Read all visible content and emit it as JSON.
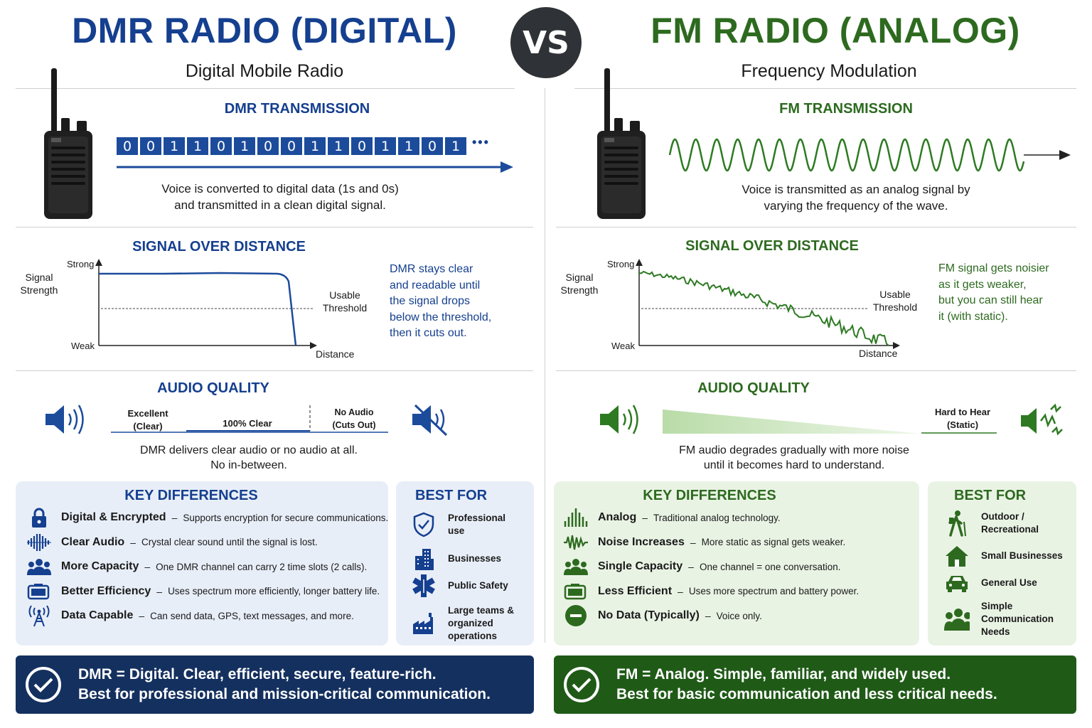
{
  "vs": "VS",
  "dmr": {
    "title": "DMR RADIO (DIGITAL)",
    "subtitle": "Digital Mobile Radio",
    "transmission": {
      "title": "DMR TRANSMISSION",
      "bits": [
        "0",
        "0",
        "1",
        "1",
        "0",
        "1",
        "0",
        "0",
        "1",
        "1",
        "0",
        "1",
        "1",
        "0",
        "1"
      ],
      "ellipsis": "•••",
      "caption_line1": "Voice is converted to digital data (1s and 0s)",
      "caption_line2": "and transmitted in a clean digital signal."
    },
    "distance": {
      "title": "SIGNAL OVER DISTANCE",
      "y_axis_line1": "Signal",
      "y_axis_line2": "Strength",
      "strong": "Strong",
      "weak": "Weak",
      "x_axis": "Distance",
      "threshold_line1": "Usable",
      "threshold_line2": "Threshold",
      "note": [
        "DMR stays clear",
        "and readable until",
        "the signal drops",
        "below the threshold,",
        "then it cuts out."
      ]
    },
    "audio": {
      "title": "AUDIO QUALITY",
      "excellent_line1": "Excellent",
      "excellent_line2": "(Clear)",
      "clear": "100% Clear",
      "no_audio_line1": "No Audio",
      "no_audio_line2": "(Cuts Out)",
      "caption_line1": "DMR delivers clear audio or no audio at all.",
      "caption_line2": "No in-between."
    },
    "key_differences": {
      "title": "KEY DIFFERENCES",
      "items": [
        {
          "icon": "lock-icon",
          "label": "Digital & Encrypted",
          "desc": "Supports encryption for secure communications."
        },
        {
          "icon": "waveform-icon",
          "label": "Clear Audio",
          "desc": "Crystal clear sound until the signal is lost."
        },
        {
          "icon": "people-icon",
          "label": "More Capacity",
          "desc": "One DMR channel can carry 2 time slots (2 calls)."
        },
        {
          "icon": "battery-icon",
          "label": "Better Efficiency",
          "desc": "Uses spectrum more efficiently, longer battery life."
        },
        {
          "icon": "antenna-icon",
          "label": "Data Capable",
          "desc": "Can send data, GPS, text messages, and more."
        }
      ]
    },
    "best_for": {
      "title": "BEST FOR",
      "items": [
        {
          "icon": "shield-icon",
          "label": "Professional\nuse"
        },
        {
          "icon": "building-icon",
          "label": "Businesses"
        },
        {
          "icon": "star-of-life-icon",
          "label": "Public Safety"
        },
        {
          "icon": "factory-icon",
          "label": "Large teams &\norganized\noperations"
        }
      ]
    },
    "banner_line1": "DMR = Digital. Clear, efficient, secure, feature-rich.",
    "banner_line2": "Best for professional and mission-critical communication."
  },
  "fm": {
    "title": "FM RADIO (ANALOG)",
    "subtitle": "Frequency Modulation",
    "transmission": {
      "title": "FM TRANSMISSION",
      "caption_line1": "Voice is transmitted as an analog signal by",
      "caption_line2": "varying the frequency of the wave."
    },
    "distance": {
      "title": "SIGNAL OVER DISTANCE",
      "y_axis_line1": "Signal",
      "y_axis_line2": "Strength",
      "strong": "Strong",
      "weak": "Weak",
      "x_axis": "Distance",
      "threshold_line1": "Usable",
      "threshold_line2": "Threshold",
      "note": [
        "FM signal gets noisier",
        "as it gets weaker,",
        "but you can still hear",
        "it (with static)."
      ]
    },
    "audio": {
      "title": "AUDIO QUALITY",
      "hard_line1": "Hard to Hear",
      "hard_line2": "(Static)",
      "caption_line1": "FM audio degrades gradually with more noise",
      "caption_line2": "until it becomes hard to understand."
    },
    "key_differences": {
      "title": "KEY DIFFERENCES",
      "items": [
        {
          "icon": "bars-icon",
          "label": "Analog",
          "desc": "Traditional analog technology."
        },
        {
          "icon": "noise-wave-icon",
          "label": "Noise Increases",
          "desc": "More static as signal gets weaker."
        },
        {
          "icon": "people-icon",
          "label": "Single Capacity",
          "desc": "One channel = one conversation."
        },
        {
          "icon": "battery-icon",
          "label": "Less Efficient",
          "desc": "Uses more spectrum and battery power."
        },
        {
          "icon": "minus-circle-icon",
          "label": "No Data (Typically)",
          "desc": "Voice only."
        }
      ]
    },
    "best_for": {
      "title": "BEST FOR",
      "items": [
        {
          "icon": "hiker-icon",
          "label": "Outdoor /\nRecreational"
        },
        {
          "icon": "house-icon",
          "label": "Small Businesses"
        },
        {
          "icon": "car-icon",
          "label": "General Use"
        },
        {
          "icon": "group-icon",
          "label": "Simple\nCommunication\nNeeds"
        }
      ]
    },
    "banner_line1": "FM = Analog. Simple, familiar, and widely used.",
    "banner_line2": "Best for basic communication and less critical needs."
  },
  "colors": {
    "dmr_blue": "#153f8f",
    "fm_green": "#2d6a1f",
    "dmr_banner": "#14305f",
    "fm_banner": "#1f5a17"
  }
}
